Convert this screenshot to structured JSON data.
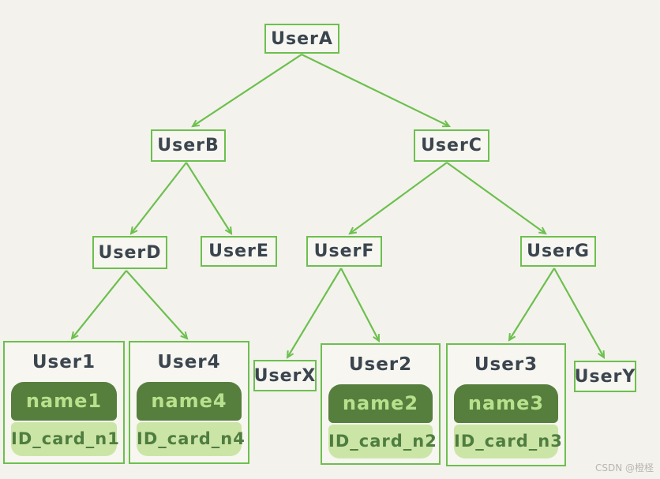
{
  "colors": {
    "background": "#f4f2ed",
    "accent_green": "#6cc04e",
    "node_text": "#3b454e",
    "dark_pill_bg": "#567f3e",
    "dark_pill_text": "#b9e18d",
    "light_pill_bg": "#cbe5a6",
    "light_pill_text": "#4f7d40",
    "watermark_text": "#b9b6ae"
  },
  "nodes": [
    {
      "id": "userA",
      "label": "UserA"
    },
    {
      "id": "userB",
      "label": "UserB"
    },
    {
      "id": "userC",
      "label": "UserC"
    },
    {
      "id": "userD",
      "label": "UserD"
    },
    {
      "id": "userE",
      "label": "UserE"
    },
    {
      "id": "userF",
      "label": "UserF"
    },
    {
      "id": "userG",
      "label": "UserG"
    },
    {
      "id": "userX",
      "label": "UserX"
    },
    {
      "id": "userY",
      "label": "UserY"
    }
  ],
  "cards": [
    {
      "title": "User1",
      "name": "name1",
      "id_card": "ID_card_n1"
    },
    {
      "title": "User4",
      "name": "name4",
      "id_card": "ID_card_n4"
    },
    {
      "title": "User2",
      "name": "name2",
      "id_card": "ID_card_n2"
    },
    {
      "title": "User3",
      "name": "name3",
      "id_card": "ID_card_n3"
    }
  ],
  "edges": [
    {
      "from": "UserA",
      "to": "UserB"
    },
    {
      "from": "UserA",
      "to": "UserC"
    },
    {
      "from": "UserB",
      "to": "UserD"
    },
    {
      "from": "UserB",
      "to": "UserE"
    },
    {
      "from": "UserC",
      "to": "UserF"
    },
    {
      "from": "UserC",
      "to": "UserG"
    },
    {
      "from": "UserD",
      "to": "User1"
    },
    {
      "from": "UserD",
      "to": "User4"
    },
    {
      "from": "UserF",
      "to": "UserX"
    },
    {
      "from": "UserF",
      "to": "User2"
    },
    {
      "from": "UserG",
      "to": "User3"
    },
    {
      "from": "UserG",
      "to": "UserY"
    }
  ],
  "watermark": "CSDN @橙柽"
}
